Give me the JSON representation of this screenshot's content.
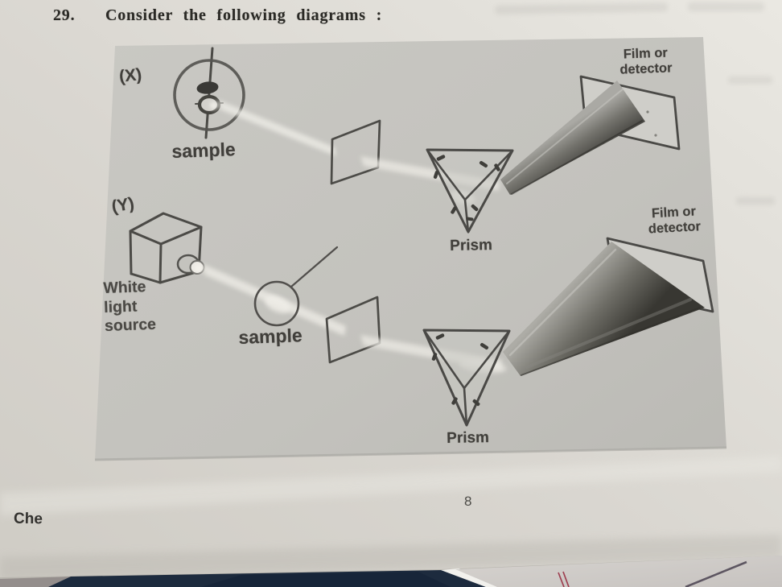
{
  "question": {
    "number": "29.",
    "text": "Consider the following diagrams :"
  },
  "figure": {
    "x": {
      "label": "(X)",
      "sample_label": "sample",
      "prism_label": "Prism",
      "film_label_line1": "Film or",
      "film_label_line2": "detector"
    },
    "y": {
      "label": "(Y)",
      "source_label_line1": "White",
      "source_label_line2": "light",
      "source_label_line3": "source",
      "sample_label": "sample",
      "prism_label": "Prism",
      "film_label_line1": "Film or",
      "film_label_line2": "detector"
    }
  },
  "footer": {
    "page_number": "8",
    "corner_text": "Che"
  },
  "colors": {
    "paper": "#dcd9d3",
    "figure_panel": "#c5c4bf",
    "ink": "#45443f",
    "desk": "#1d2b3e",
    "ruled_line_red": "#9e3f50"
  }
}
